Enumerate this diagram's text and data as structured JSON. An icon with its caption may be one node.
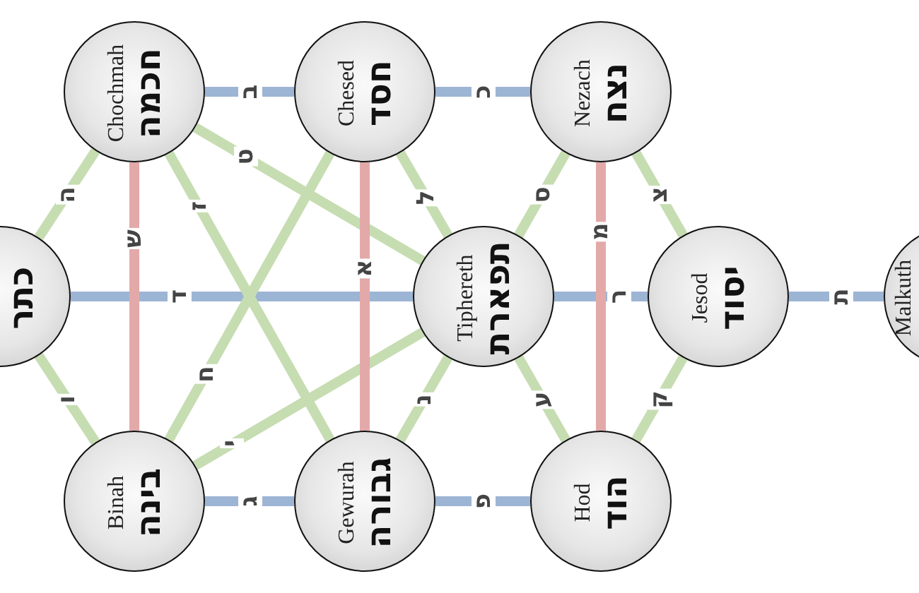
{
  "diagram": {
    "nodes": [
      {
        "text": [
          "כתר"
        ]
      },
      {
        "text": [
          "Chochmah",
          "חכמה"
        ]
      },
      {
        "text": [
          "Binah",
          "בינה"
        ]
      },
      {
        "text": [
          "Chesed",
          "חסד"
        ]
      },
      {
        "text": [
          "Gewurah",
          "גבורה"
        ]
      },
      {
        "text": [
          "Tiphereth",
          "תפארת"
        ]
      },
      {
        "text": [
          "Nezach",
          "נצח"
        ]
      },
      {
        "text": [
          "Hod",
          "הוד"
        ]
      },
      {
        "text": [
          "Jesod",
          "יסוד"
        ]
      },
      {
        "text": [
          "Malkuth"
        ]
      }
    ],
    "edges": [
      {
        "from": 0,
        "to": 1,
        "arrow": "none",
        "label": "ה"
      },
      {
        "from": 0,
        "to": 2,
        "arrow": "none",
        "label": "ו"
      },
      {
        "from": 0,
        "to": 5,
        "arrow": "none",
        "label": "ד",
        "color": "#9db5d5"
      },
      {
        "from": 1,
        "to": 2,
        "arrow": "none",
        "label": "ש",
        "color": "#e3a9a9"
      },
      {
        "from": 1,
        "to": 3,
        "arrow": "none",
        "label": "ב",
        "color": "#9db5d5"
      },
      {
        "from": 1,
        "to": 5,
        "arrow": "none",
        "label": "ט"
      },
      {
        "from": 1,
        "to": 4,
        "arrow": "none",
        "label": "ז"
      },
      {
        "from": 2,
        "to": 3,
        "arrow": "none",
        "label": "ח"
      },
      {
        "from": 2,
        "to": 5,
        "arrow": "none",
        "label": "י"
      },
      {
        "from": 2,
        "to": 4,
        "arrow": "none",
        "label": "ג",
        "color": "#9db5d5"
      },
      {
        "from": 3,
        "to": 4,
        "arrow": "none",
        "label": "א",
        "color": "#e3a9a9"
      },
      {
        "from": 3,
        "to": 5,
        "arrow": "none",
        "label": "ל"
      },
      {
        "from": 3,
        "to": 6,
        "arrow": "none",
        "label": "כ",
        "color": "#9db5d5"
      },
      {
        "from": 4,
        "to": 5,
        "arrow": "none",
        "label": "נ"
      },
      {
        "from": 4,
        "to": 7,
        "arrow": "none",
        "label": "פ",
        "color": "#9db5d5"
      },
      {
        "from": 5,
        "to": 6,
        "arrow": "none",
        "label": "ס"
      },
      {
        "from": 5,
        "to": 7,
        "arrow": "none",
        "label": "ע"
      },
      {
        "from": 5,
        "to": 8,
        "arrow": "none",
        "label": "ר",
        "color": "#9db5d5"
      },
      {
        "from": 6,
        "to": 7,
        "arrow": "none",
        "label": "מ",
        "color": "#e3a9a9"
      },
      {
        "from": 6,
        "to": 8,
        "arrow": "none",
        "label": "צ"
      },
      {
        "from": 7,
        "to": 8,
        "arrow": "none",
        "label": "ק"
      },
      {
        "from": 8,
        "to": 9,
        "arrow": "none",
        "label": "ת",
        "color": "#9db5d5"
      }
    ]
  }
}
